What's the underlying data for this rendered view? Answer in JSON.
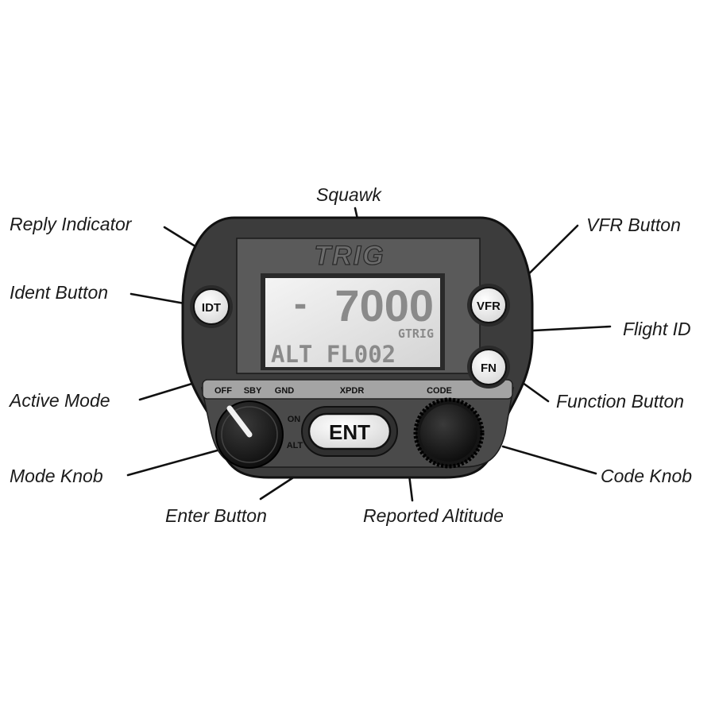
{
  "device": {
    "brand_logo": "TRIG",
    "squawk_code": "7000",
    "reply_indicator": "-",
    "flight_id": "GTRIG",
    "display_mode_altitude": "ALT FL002",
    "buttons": {
      "ident": "IDT",
      "vfr": "VFR",
      "function": "FN",
      "enter": "ENT"
    },
    "mode_knob_positions": [
      "OFF",
      "SBY",
      "GND",
      "ON",
      "ALT"
    ],
    "panel_labels": {
      "xpdr": "XPDR",
      "code": "CODE"
    }
  },
  "callouts": {
    "squawk": "Squawk",
    "reply_indicator": "Reply Indicator",
    "vfr_button": "VFR Button",
    "ident_button": "Ident Button",
    "flight_id": "Flight ID",
    "active_mode": "Active Mode",
    "function_button": "Function Button",
    "mode_knob": "Mode Knob",
    "code_knob": "Code Knob",
    "enter_button": "Enter Button",
    "reported_altitude": "Reported Altitude"
  }
}
